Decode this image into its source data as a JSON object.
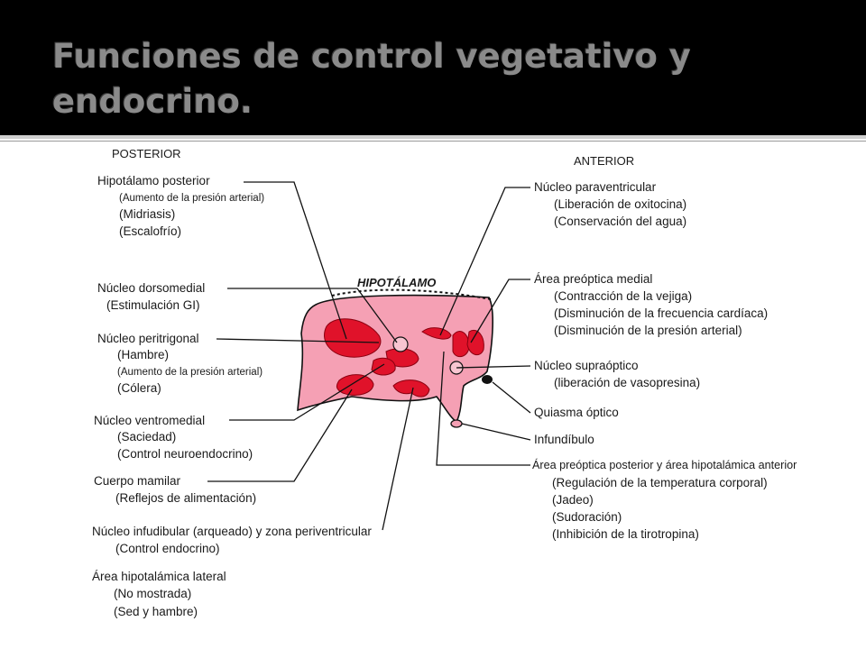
{
  "slide": {
    "title": "Funciones de control vegetativo y endocrino."
  },
  "figure": {
    "posterior_heading": "POSTERIOR",
    "anterior_heading": "ANTERIOR",
    "region_label": "HIPOTÁLAMO",
    "left_labels": [
      {
        "name": "Hipotálamo posterior",
        "subs": [
          "(Aumento de la presión arterial)",
          "(Midriasis)",
          "(Escalofrío)"
        ]
      },
      {
        "name": "Núcleo dorsomedial",
        "subs": [
          "(Estimulación GI)"
        ]
      },
      {
        "name": "Núcleo peritrigonal",
        "subs": [
          "(Hambre)",
          "(Aumento de la presión arterial)",
          "(Cólera)"
        ]
      },
      {
        "name": "Núcleo ventromedial",
        "subs": [
          "(Saciedad)",
          "(Control neuroendocrino)"
        ]
      },
      {
        "name": "Cuerpo mamilar",
        "subs": [
          "(Reflejos de alimentación)"
        ]
      },
      {
        "name": "Núcleo infudibular (arqueado) y zona periventricular",
        "subs": [
          "(Control endocrino)"
        ]
      },
      {
        "name": "Área hipotalámica lateral",
        "subs": [
          "(No mostrada)",
          "(Sed y hambre)"
        ]
      }
    ],
    "right_labels": [
      {
        "name": "Núcleo paraventricular",
        "subs": [
          "(Liberación de oxitocina)",
          "(Conservación del agua)"
        ]
      },
      {
        "name": "Área preóptica medial",
        "subs": [
          "(Contracción de la vejiga)",
          "(Disminución de la frecuencia cardíaca)",
          "(Disminución de la presión arterial)"
        ]
      },
      {
        "name": "Núcleo supraóptico",
        "subs": [
          "(liberación de vasopresina)"
        ]
      },
      {
        "name": "Quiasma óptico",
        "subs": []
      },
      {
        "name": "Infundíbulo",
        "subs": []
      },
      {
        "name": "Área preóptica posterior y área hipotalámica anterior",
        "subs": [
          "(Regulación de la temperatura corporal)",
          "(Jadeo)",
          "(Sudoración)",
          "(Inhibición de la tirotropina)"
        ]
      }
    ],
    "colors": {
      "region_fill": "#f5a0b4",
      "nucleus_fill": "#e0122a",
      "outline": "#111111"
    }
  }
}
